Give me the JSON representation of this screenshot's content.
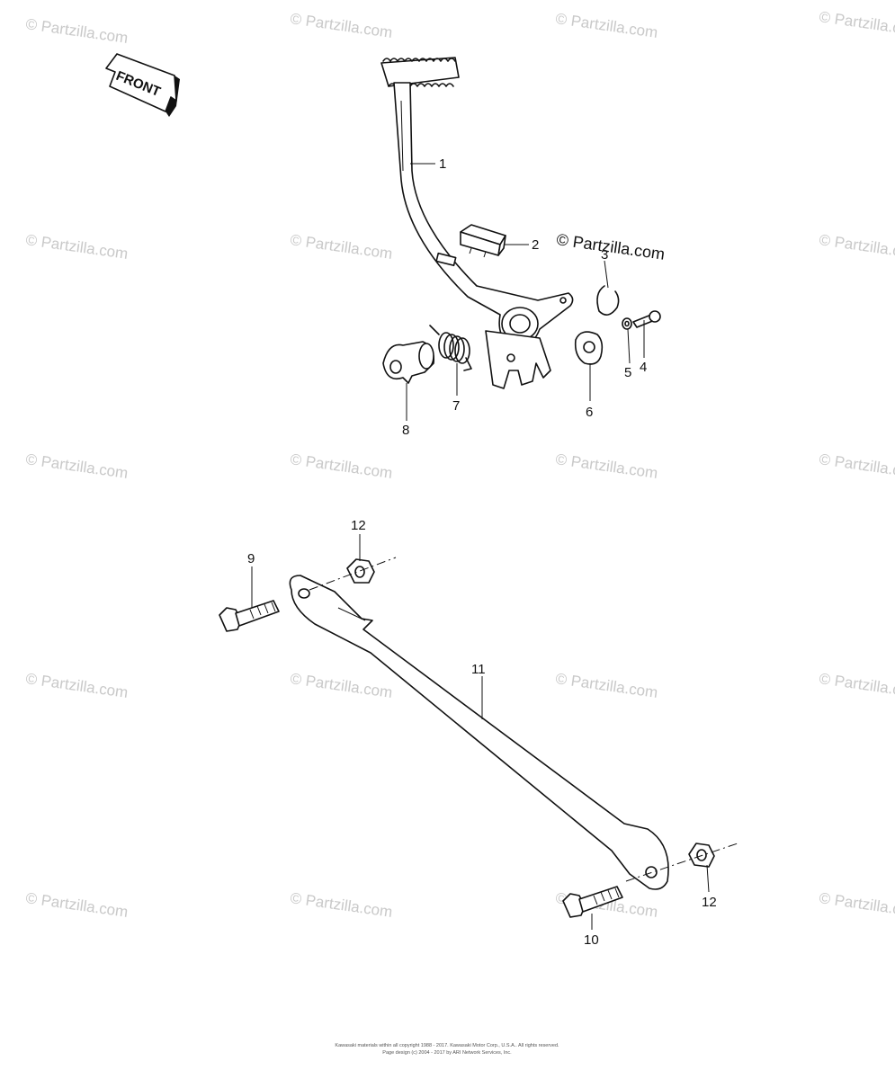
{
  "front_label": "FRONT",
  "watermark": "© Partzilla.com",
  "watermark_primary": "© Partzilla.com",
  "callouts": {
    "c1": "1",
    "c2": "2",
    "c3": "3",
    "c4": "4",
    "c5": "5",
    "c6": "6",
    "c7": "7",
    "c8": "8",
    "c9": "9",
    "c10": "10",
    "c11": "11",
    "c12a": "12",
    "c12b": "12"
  },
  "copyright_line1": "Kawasaki materials within all copyright 1988 - 2017. Kawasaki Motor Corp., U.S.A.. All rights reserved.",
  "copyright_line2": "Page design (c) 2004 - 2017 by ARI Network Services, Inc."
}
